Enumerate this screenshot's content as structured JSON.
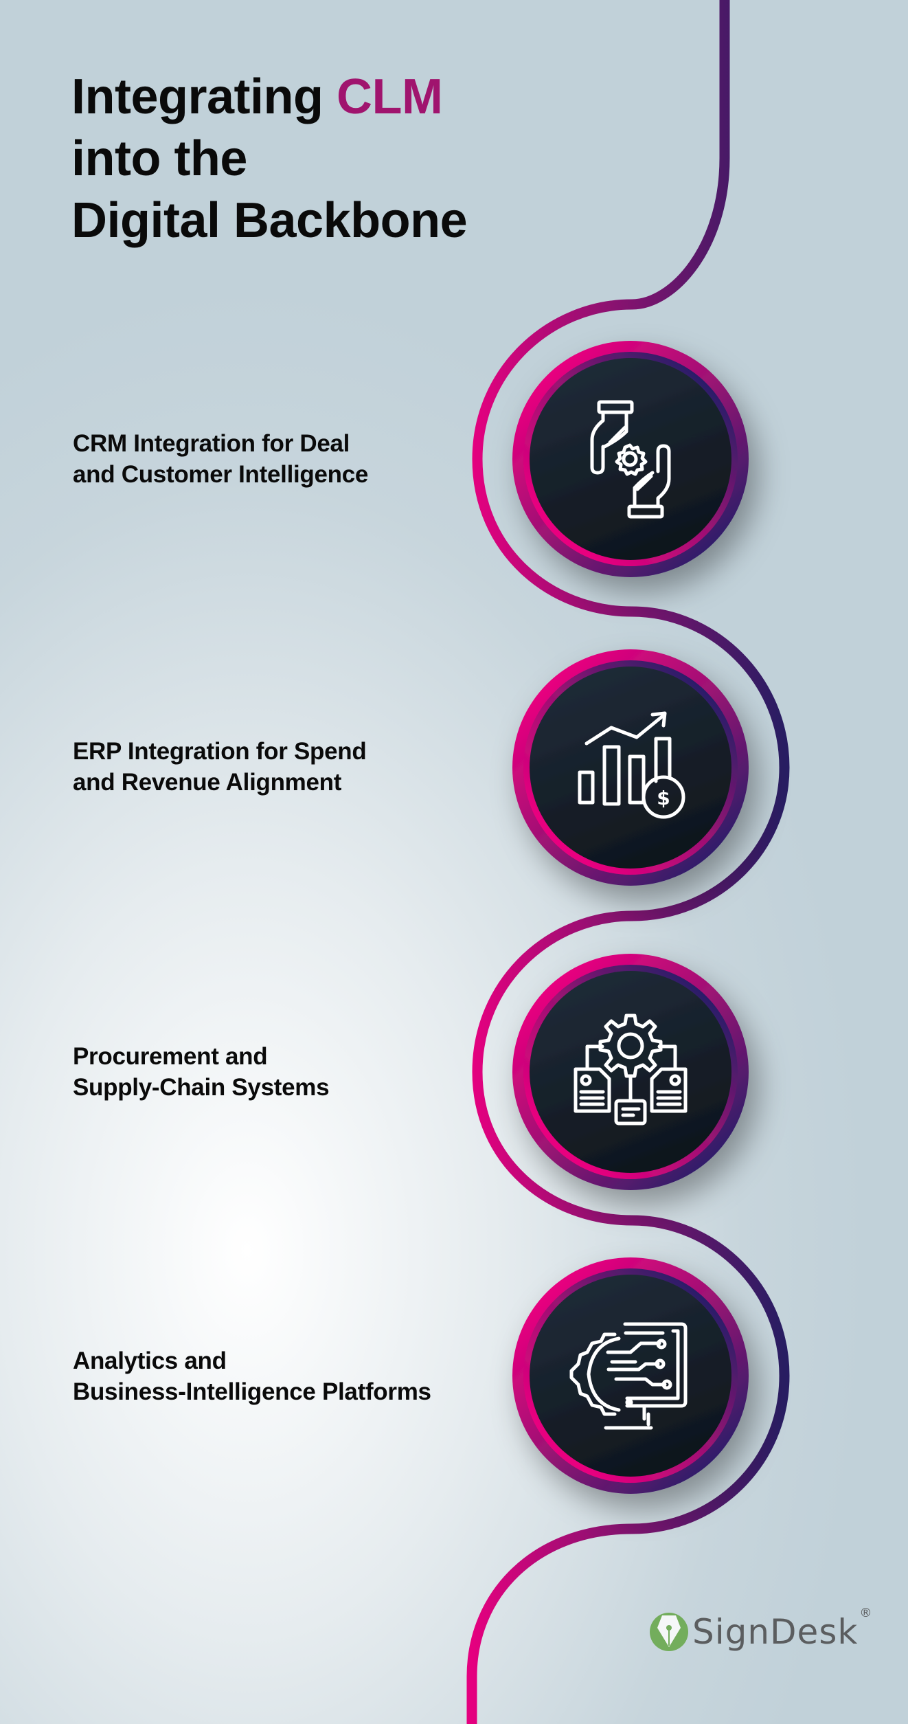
{
  "header": {
    "title_line1_prefix": "Integrating ",
    "title_line1_accent": "CLM",
    "title_line2": "into the",
    "title_line3": "Digital Backbone"
  },
  "items": [
    {
      "line1": "CRM Integration for Deal",
      "line2": "and Customer Intelligence",
      "icon": "hands-gear-icon"
    },
    {
      "line1": "ERP Integration for Spend",
      "line2": "and Revenue Alignment",
      "icon": "growth-chart-dollar-icon"
    },
    {
      "line1": "Procurement and",
      "line2": "Supply-Chain Systems",
      "icon": "gear-documents-flow-icon"
    },
    {
      "line1": "Analytics and",
      "line2": "Business-Intelligence Platforms",
      "icon": "monitor-gear-circuit-icon"
    }
  ],
  "brand": {
    "name": "SignDesk",
    "registered": "®"
  },
  "colors": {
    "accent": "#a0146e",
    "pink": "#e5007f",
    "purple": "#2a1f66",
    "disc": "#18222d",
    "logo_green": "#73ad5c",
    "logo_text": "#5b5d5f"
  }
}
